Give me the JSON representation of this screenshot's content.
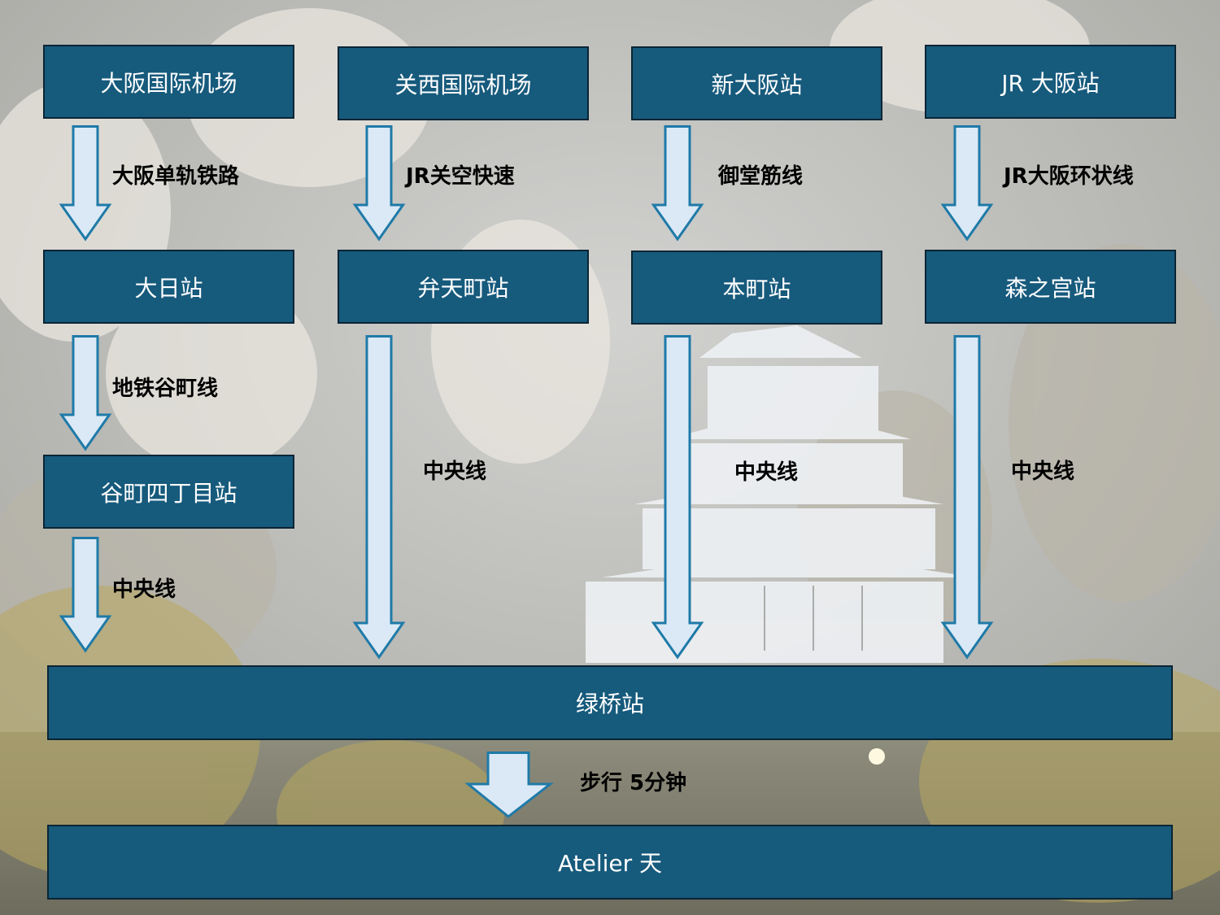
{
  "start_stations": [
    "大阪国际机场",
    "关西国际机场",
    "新大阪站",
    "JR 大阪站"
  ],
  "first_lines": [
    "大阪单轨铁路",
    "JR关空快速",
    "御堂筋线",
    "JR大阪环状线"
  ],
  "transfer_stations": [
    "大日站",
    "弁天町站",
    "本町站",
    "森之宫站"
  ],
  "col1": {
    "line2": "地铁谷町线",
    "station3": "谷町四丁目站",
    "line3": "中央线"
  },
  "central_lines": [
    "中央线",
    "中央线",
    "中央线"
  ],
  "hub_station": "绿桥站",
  "walk_label": "步行 5分钟",
  "destination": "Atelier 天",
  "colors": {
    "box_fill": "#165a7c",
    "box_text": "#ffffff",
    "arrow_fill": "#dbe9f6",
    "arrow_stroke": "#1f7aa8"
  }
}
